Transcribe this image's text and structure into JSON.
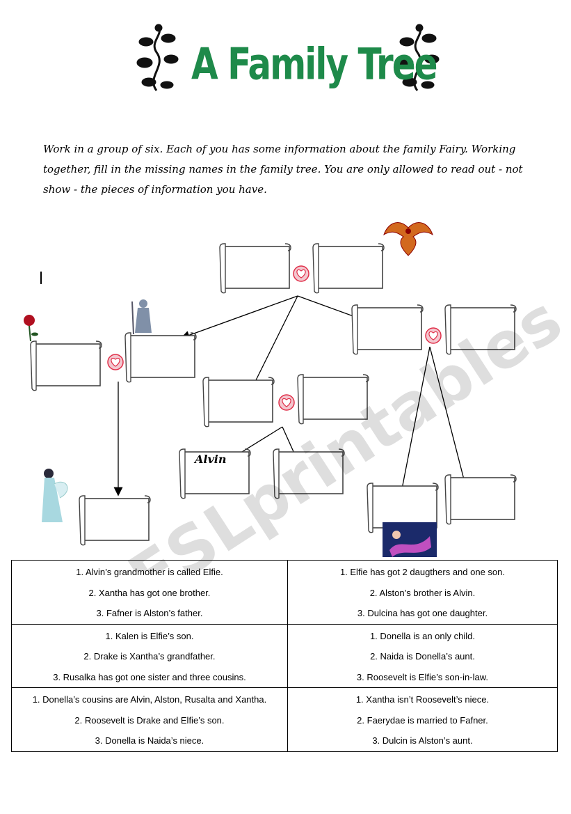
{
  "title": "A Family Tree",
  "instructions": "Work in a group of six. Each of you has some information about the family Fairy. Working together, fill in the missing names in the family tree. You are only allowed to read out - not show - the pieces of information you have.",
  "tree": {
    "given_name": "Alvin"
  },
  "watermark": "ESLprintables.com",
  "clues": [
    [
      "1. Alvin’s grandmother is called Elfie.",
      "2. Xantha has got one brother.",
      "3. Fafner is Alston’s father."
    ],
    [
      "1. Elfie has got 2 daugthers and one son.",
      "2. Alston’s brother is Alvin.",
      "3. Dulcina has got one daughter."
    ],
    [
      "1. Kalen is Elfie’s son.",
      "2. Drake is Xantha’s grandfather.",
      "3. Rusalka has got one sister and three cousins."
    ],
    [
      "1. Donella is an only child.",
      "2. Naida is Donella’s aunt.",
      "3. Roosevelt is Elfie’s son-in-law."
    ],
    [
      "1. Donella’s cousins are Alvin, Alston, Rusalta and Xantha.",
      "2. Roosevelt is Drake and Elfie’s son.",
      "3. Donella is Naida’s niece."
    ],
    [
      "1. Xantha isn’t Roosevelt’s niece.",
      "2. Faerydae is married to Fafner.",
      "3. Dulcin is Alston’s aunt."
    ]
  ],
  "colors": {
    "title": "#1e8a4a",
    "heart": "#e0304a",
    "watermark": "#000000"
  }
}
